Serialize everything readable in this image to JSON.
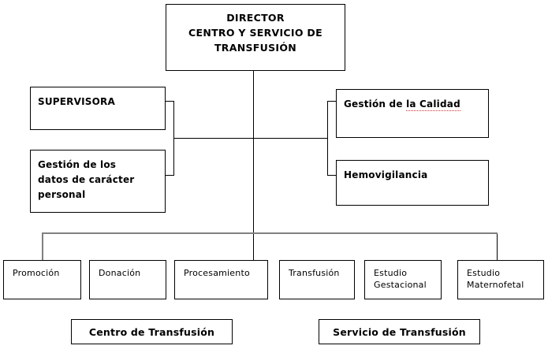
{
  "diagram": {
    "title": "Organigrama Centro y Servicio de Transfusión",
    "colors": {
      "box_border": "#000000",
      "connector": "#000000",
      "bus_connector": "#808080",
      "background": "#ffffff",
      "spellcheck_underline": "#d03030"
    },
    "root": {
      "label": "DIRECTOR\nCENTRO  Y SERVICIO DE\nTRANSFUSIÓN"
    },
    "staff_left": [
      {
        "label": "SUPERVISORA"
      },
      {
        "label": "Gestión de los\ndatos de carácter\npersonal"
      }
    ],
    "staff_right": [
      {
        "label_prefix": "Gestión de ",
        "label_underlined": "la Calidad",
        "label": "Gestión de la Calidad"
      },
      {
        "label": "Hemovigilancia"
      }
    ],
    "units": [
      {
        "label": "Promoción"
      },
      {
        "label": "Donación"
      },
      {
        "label": "Procesamiento"
      },
      {
        "label": "Transfusión"
      },
      {
        "label": "Estudio\nGestacional"
      },
      {
        "label": "Estudio\nMaternofetal"
      }
    ],
    "footers": [
      {
        "label": "Centro de Transfusión"
      },
      {
        "label": "Servicio de Transfusión"
      }
    ]
  }
}
